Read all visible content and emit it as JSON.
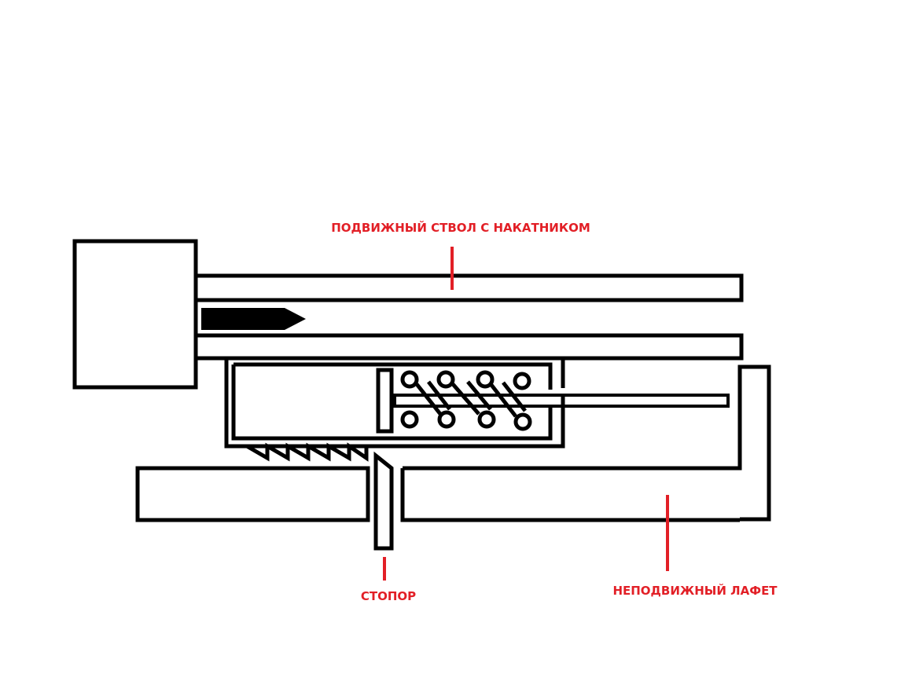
{
  "labels": {
    "barrel": "ПОДВИЖНЫЙ СТВОЛ С НАКАТНИКОМ",
    "stopper": "СТОПОР",
    "carriage": "НЕПОДВИЖНЫЙ ЛАФЕТ"
  },
  "colors": {
    "label": "#e21f26",
    "line": "#000000",
    "background": "#ffffff"
  }
}
